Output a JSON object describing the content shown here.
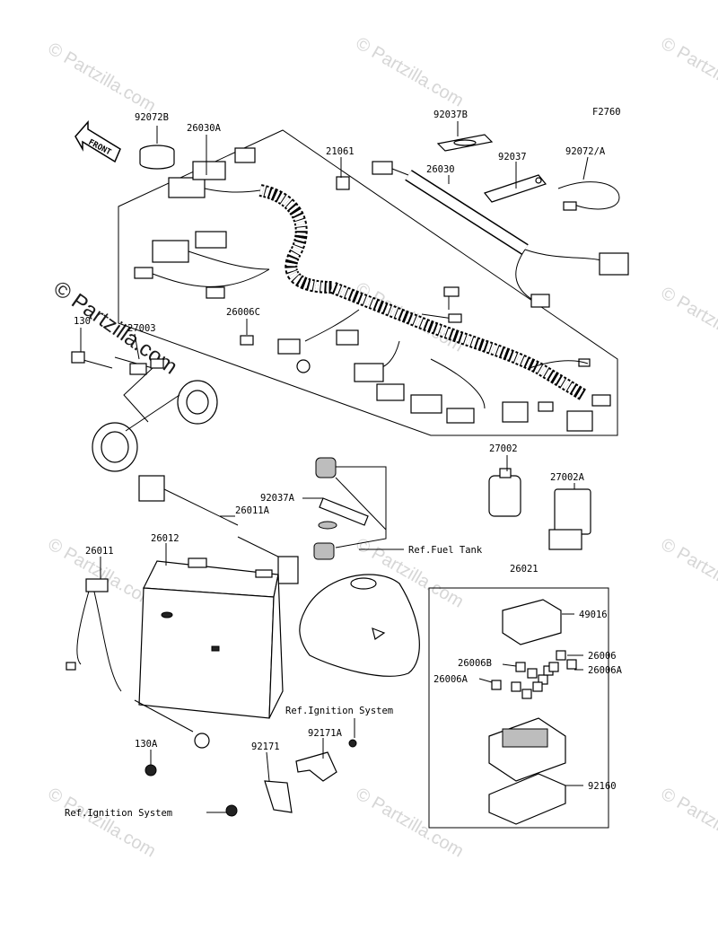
{
  "figure_code": "F2760",
  "front_arrow_label": "FRONT",
  "watermark": {
    "text": "© Partzilla.com"
  },
  "part_labels": [
    {
      "id": "92072B"
    },
    {
      "id": "26030A"
    },
    {
      "id": "92037B"
    },
    {
      "id": "21061"
    },
    {
      "id": "26030"
    },
    {
      "id": "92037"
    },
    {
      "id": "92072/A"
    },
    {
      "id": "26006C"
    },
    {
      "id": "130"
    },
    {
      "id": "27003"
    },
    {
      "id": "27002"
    },
    {
      "id": "27002A"
    },
    {
      "id": "92037A"
    },
    {
      "id": "26011A"
    },
    {
      "id": "26011"
    },
    {
      "id": "26012"
    },
    {
      "id": "26021"
    },
    {
      "id": "49016"
    },
    {
      "id": "26006B"
    },
    {
      "id": "26006"
    },
    {
      "id": "26006A"
    },
    {
      "id": "26006A"
    },
    {
      "id": "130A"
    },
    {
      "id": "92171A"
    },
    {
      "id": "92171"
    },
    {
      "id": "92160"
    }
  ],
  "references": {
    "fuel_tank": "Ref.Fuel Tank",
    "ignition_upper": "Ref.Ignition System",
    "ignition_lower": "Ref.Ignition System"
  }
}
